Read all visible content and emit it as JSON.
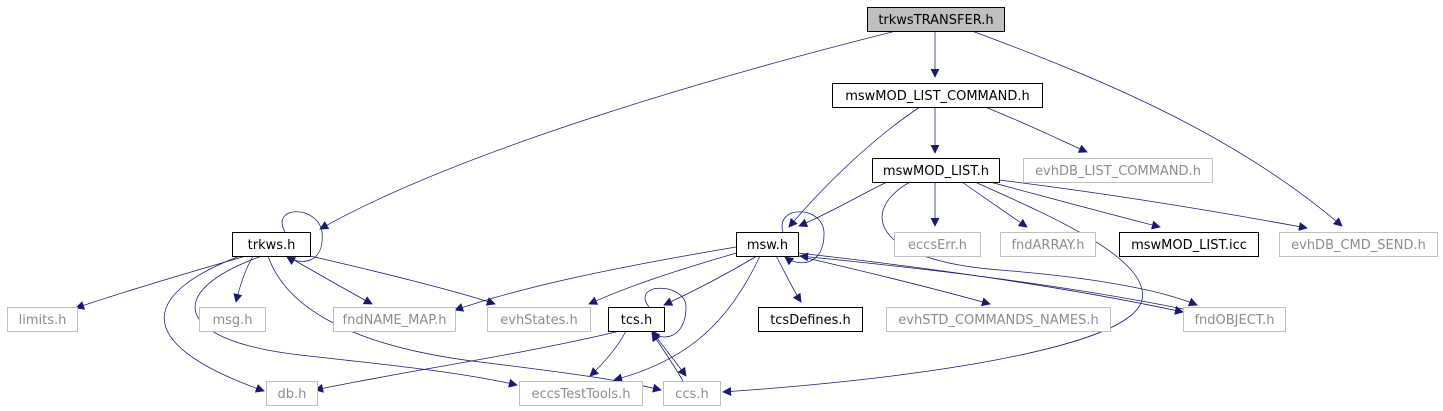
{
  "graph": {
    "colors": {
      "edge": "#191970",
      "root_fill": "#bfbfbf",
      "root_border": "#000000",
      "doc_border": "#000000",
      "nodoc_border": "#bfbfbf",
      "doc_text": "#000000",
      "nodoc_text": "#8c8c8c"
    },
    "nodes": {
      "trkwsTRANSFER": "trkwsTRANSFER.h",
      "mswMOD_LIST_COMMAND": "mswMOD_LIST_COMMAND.h",
      "mswMOD_LIST": "mswMOD_LIST.h",
      "evhDB_LIST_COMMAND": "evhDB_LIST_COMMAND.h",
      "trkws": "trkws.h",
      "msw": "msw.h",
      "eccsErr": "eccsErr.h",
      "fndARRAY": "fndARRAY.h",
      "mswMOD_LIST_icc": "mswMOD_LIST.icc",
      "evhDB_CMD_SEND": "evhDB_CMD_SEND.h",
      "limits": "limits.h",
      "msg": "msg.h",
      "fndNAME_MAP": "fndNAME_MAP.h",
      "evhStates": "evhStates.h",
      "tcs": "tcs.h",
      "tcsDefines": "tcsDefines.h",
      "evhSTD_COMMANDS_NAMES": "evhSTD_COMMANDS_NAMES.h",
      "fndOBJECT": "fndOBJECT.h",
      "db": "db.h",
      "eccsTestTools": "eccsTestTools.h",
      "ccs": "ccs.h"
    },
    "documented": [
      "mswMOD_LIST_COMMAND",
      "mswMOD_LIST",
      "trkws",
      "msw",
      "mswMOD_LIST_icc",
      "tcs",
      "tcsDefines"
    ],
    "root": "trkwsTRANSFER",
    "edges": [
      [
        "trkwsTRANSFER",
        "mswMOD_LIST_COMMAND"
      ],
      [
        "trkwsTRANSFER",
        "trkws"
      ],
      [
        "trkwsTRANSFER",
        "evhDB_CMD_SEND"
      ],
      [
        "mswMOD_LIST_COMMAND",
        "mswMOD_LIST"
      ],
      [
        "mswMOD_LIST_COMMAND",
        "evhDB_LIST_COMMAND"
      ],
      [
        "mswMOD_LIST_COMMAND",
        "msw"
      ],
      [
        "mswMOD_LIST",
        "msw"
      ],
      [
        "mswMOD_LIST",
        "eccsErr"
      ],
      [
        "mswMOD_LIST",
        "fndARRAY"
      ],
      [
        "mswMOD_LIST",
        "mswMOD_LIST_icc"
      ],
      [
        "mswMOD_LIST",
        "evhDB_CMD_SEND"
      ],
      [
        "mswMOD_LIST",
        "fndOBJECT"
      ],
      [
        "mswMOD_LIST",
        "ccs"
      ],
      [
        "trkws",
        "trkws"
      ],
      [
        "trkws",
        "limits"
      ],
      [
        "trkws",
        "msg"
      ],
      [
        "trkws",
        "fndNAME_MAP"
      ],
      [
        "trkws",
        "evhStates"
      ],
      [
        "trkws",
        "db"
      ],
      [
        "trkws",
        "eccsTestTools"
      ],
      [
        "trkws",
        "ccs"
      ],
      [
        "msw",
        "msw"
      ],
      [
        "msw",
        "fndNAME_MAP"
      ],
      [
        "msw",
        "evhStates"
      ],
      [
        "msw",
        "tcs"
      ],
      [
        "msw",
        "tcsDefines"
      ],
      [
        "msw",
        "evhSTD_COMMANDS_NAMES"
      ],
      [
        "msw",
        "fndOBJECT"
      ],
      [
        "msw",
        "eccsTestTools"
      ],
      [
        "tcs",
        "tcs"
      ],
      [
        "tcs",
        "db"
      ],
      [
        "tcs",
        "eccsTestTools"
      ],
      [
        "tcs",
        "ccs"
      ],
      [
        "ccs",
        "tcs"
      ],
      [
        "fndOBJECT",
        "msw"
      ]
    ]
  }
}
